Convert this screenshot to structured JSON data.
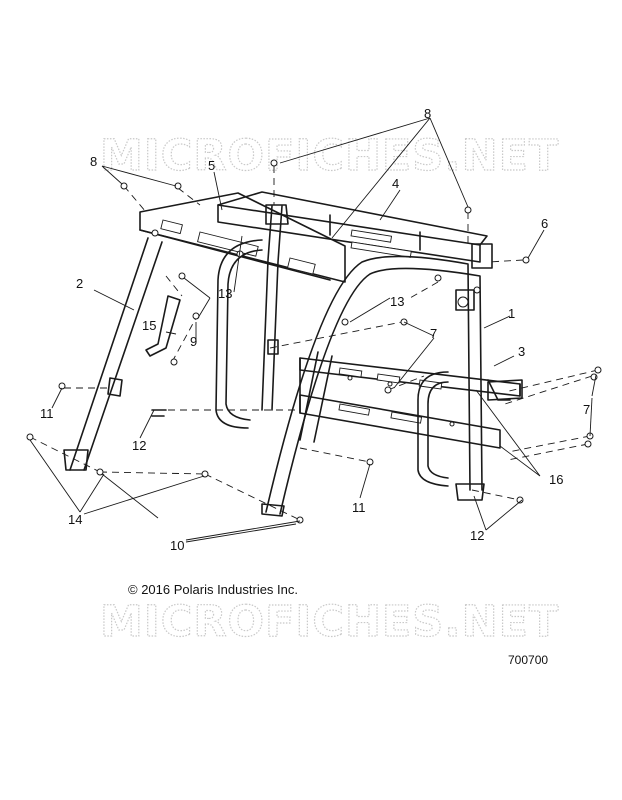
{
  "watermark": {
    "text": "MICROFICHES.NET"
  },
  "callouts": [
    "8",
    "5",
    "4",
    "6",
    "2",
    "13",
    "15",
    "9",
    "7",
    "1",
    "3",
    "11",
    "12",
    "14",
    "10",
    "16"
  ],
  "footer": {
    "copyright": "© 2016 Polaris Industries Inc.",
    "drawing_number": "700700"
  }
}
